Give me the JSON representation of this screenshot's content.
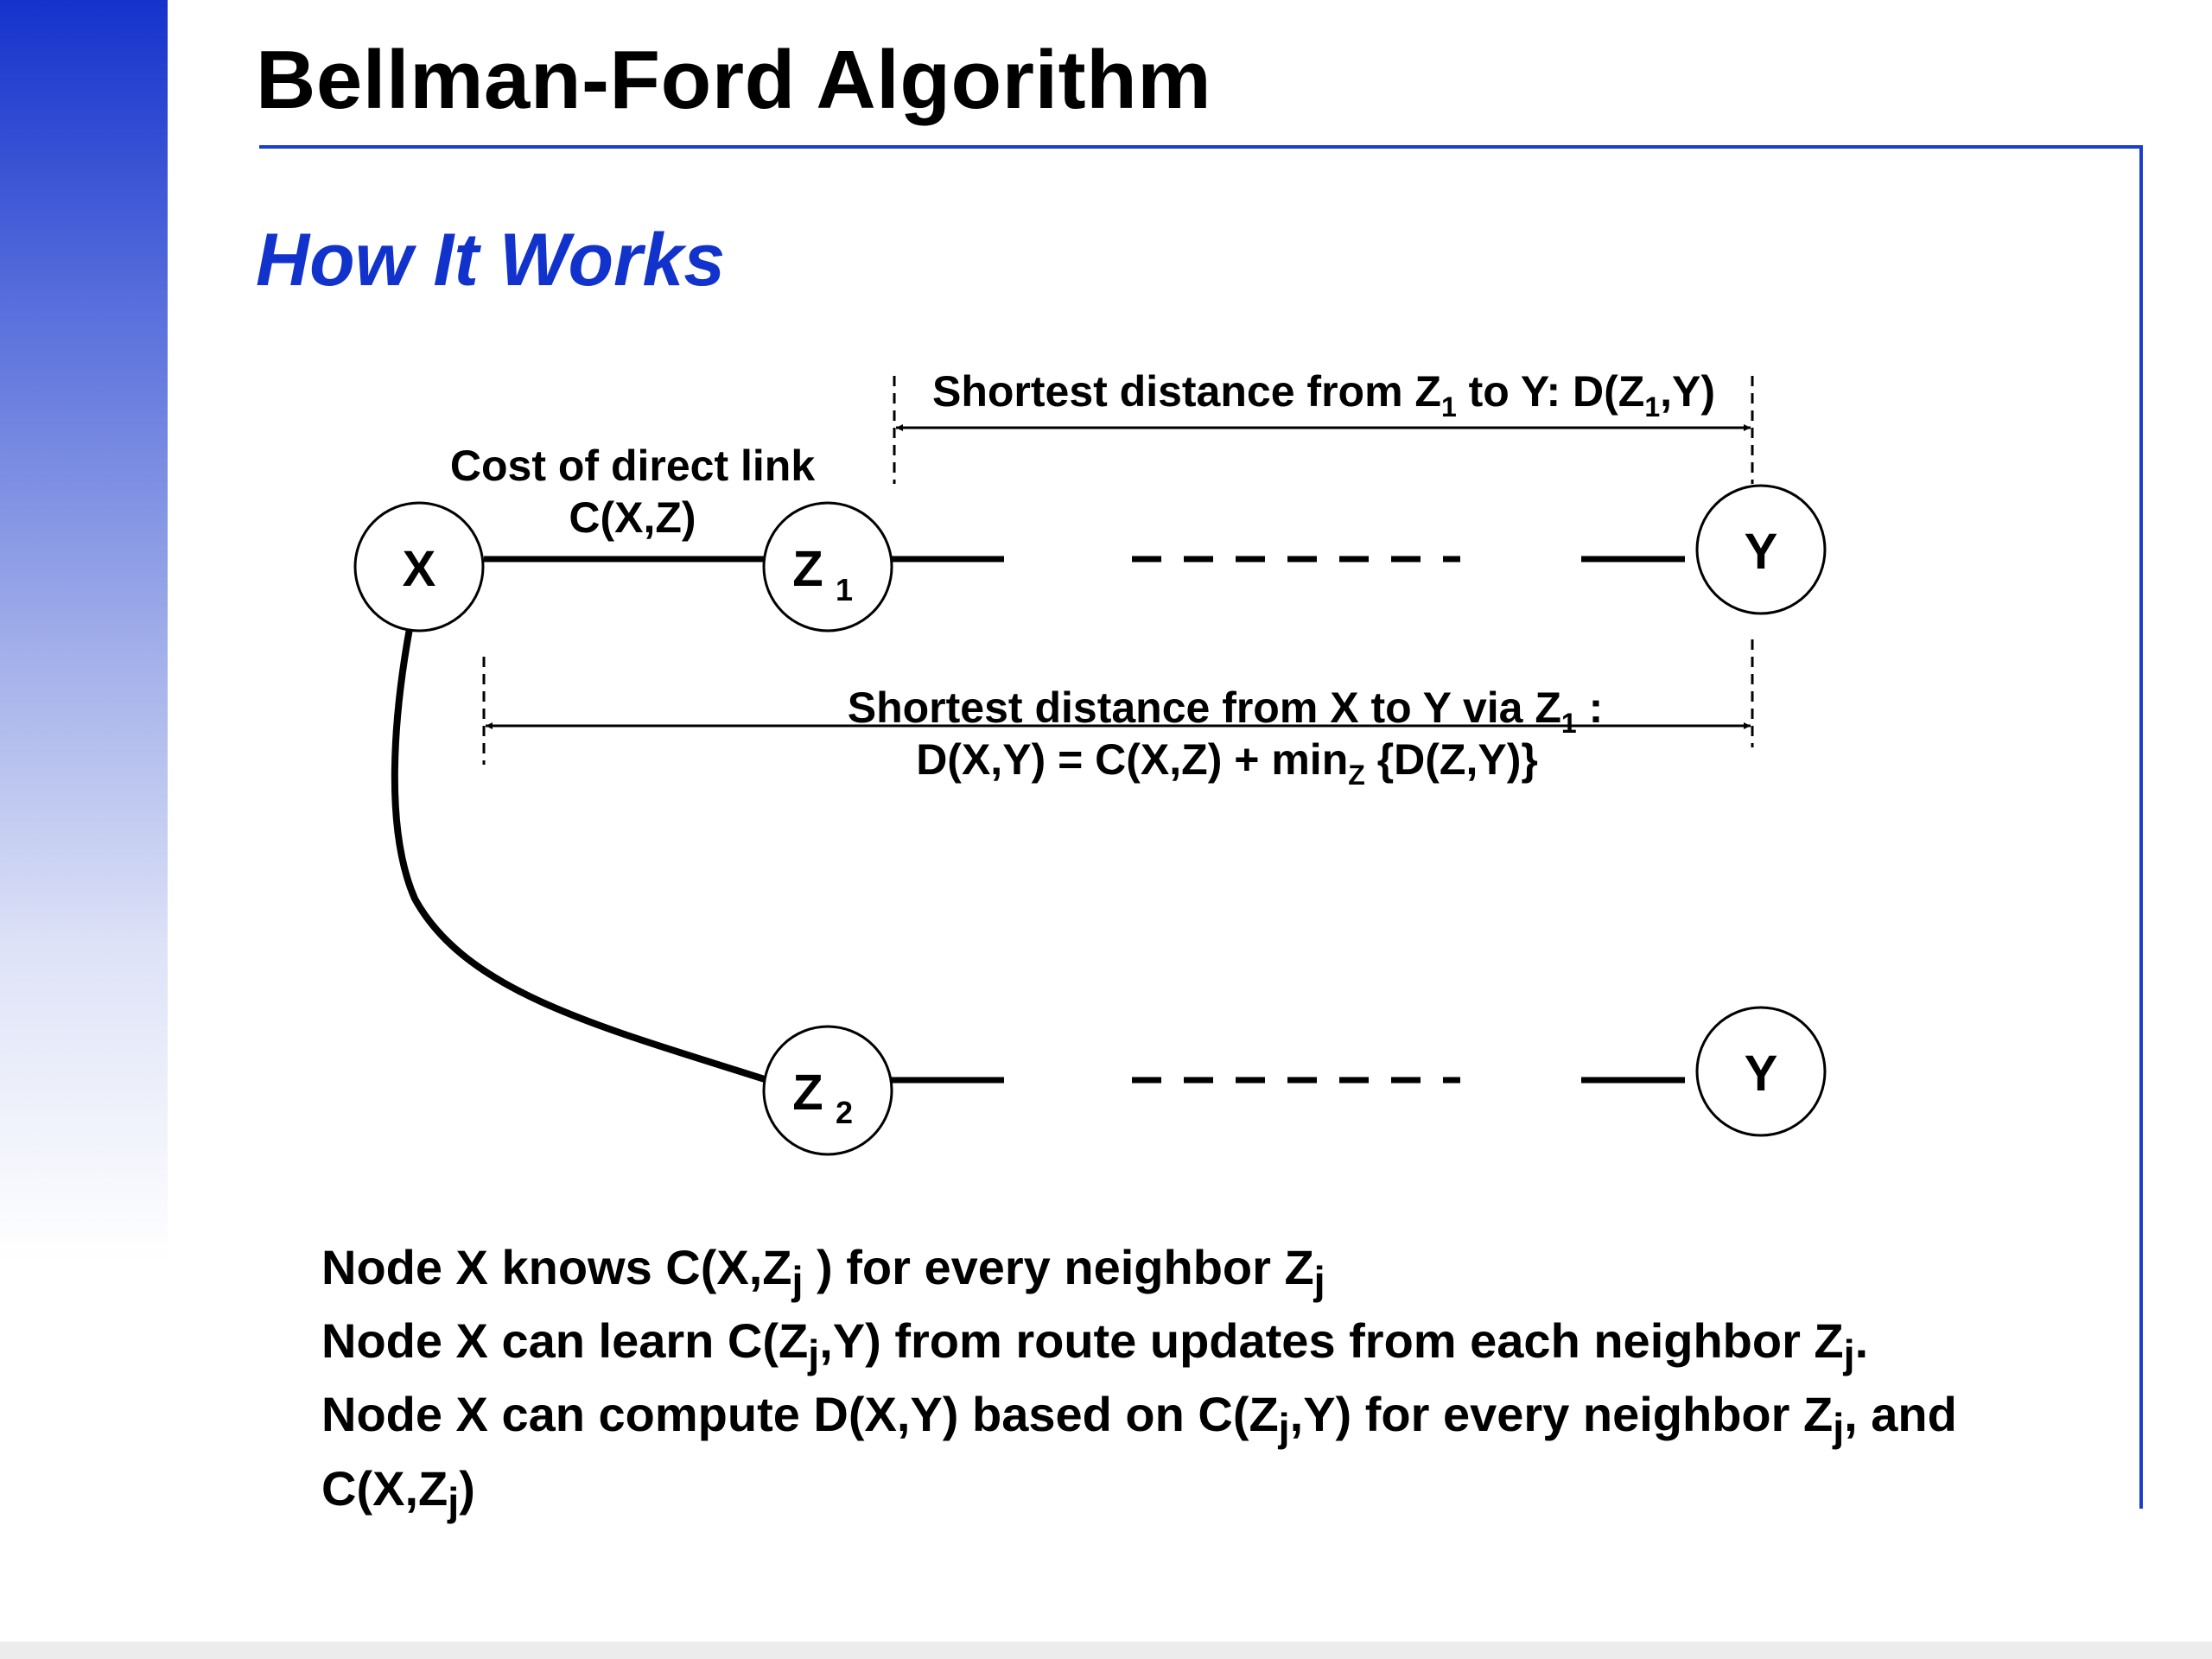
{
  "slide": {
    "title": "Bellman-Ford Algorithm",
    "subtitle": "How It Works"
  },
  "diagram": {
    "nodes": {
      "x": "X",
      "z_letter": "Z",
      "z1_sub": "1",
      "z2_sub": "2",
      "y_top": "Y",
      "y_bottom": "Y"
    },
    "top_measure": {
      "part1": "Shortest distance from Z",
      "sub1": "1",
      "part2": " to Y: D(Z",
      "sub2": "1",
      "part3": ",Y)"
    },
    "direct_link": {
      "line1": "Cost of direct link",
      "line2": "C(X,Z)"
    },
    "via_measure": {
      "line1_part1": "Shortest distance from X to Y via Z",
      "line1_sub": "1",
      "line1_part2": " :",
      "line2_part1": "D(X,Y) = C(X,Z) + min",
      "line2_sub": "Z",
      "line2_part2": " {D(Z,Y)}"
    }
  },
  "notes": [
    {
      "p1": "Node X knows C(X,Z",
      "s1": "j",
      "p2": " ) for every neighbor Z",
      "s2": "j",
      "p3": ""
    },
    {
      "p1": "Node X can learn C(Z",
      "s1": "j",
      "p2": ",Y) from route updates from each neighbor Z",
      "s2": "j",
      "p3": "."
    },
    {
      "p1": "Node X can compute D(X,Y) based on C(Z",
      "s1": "j",
      "p2": ",Y) for every neighbor Z",
      "s2": "j",
      "p3": ", and"
    },
    {
      "p1": "C(X,Z",
      "s1": "j",
      "p2": ")",
      "s2": "",
      "p3": ""
    }
  ]
}
